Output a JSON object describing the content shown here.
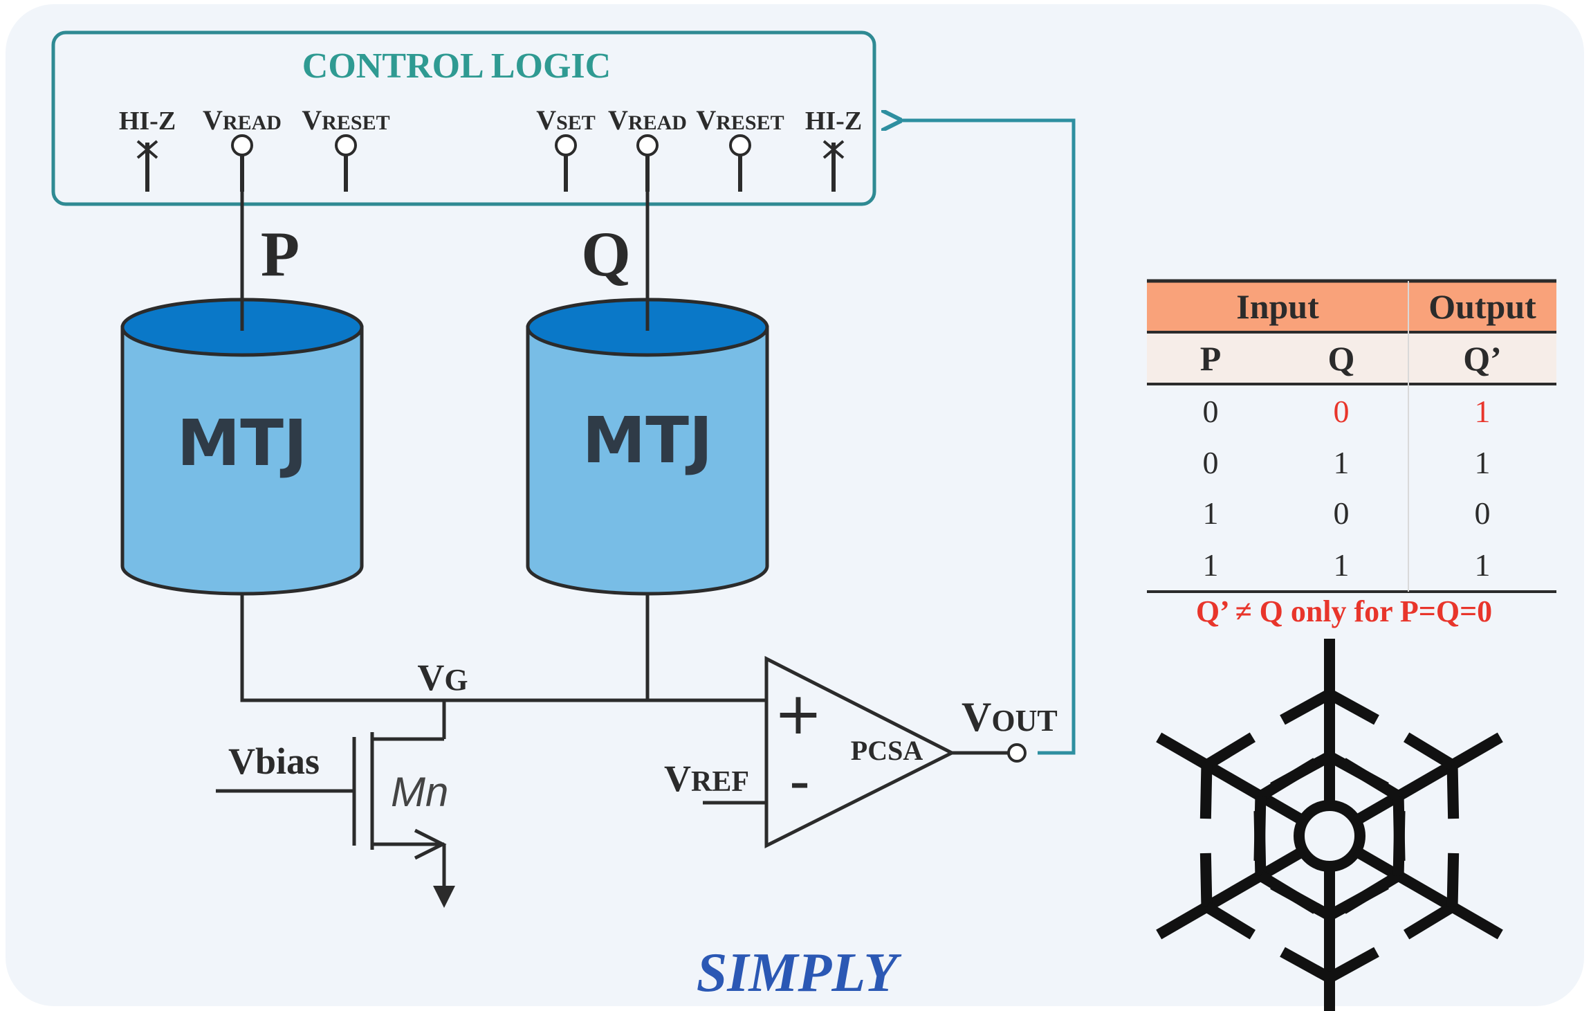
{
  "colors": {
    "background": "#f1f5fa",
    "control_border": "#2f8a93",
    "control_title": "#2f9a92",
    "feedback_line": "#2e8fa0",
    "wire": "#2b2b2b",
    "mtj_fill": "#78bde6",
    "mtj_top": "#0a78c8",
    "mtj_label": "#2f3b47",
    "table_header": "#f9a27a",
    "table_subheader": "#f6ede8",
    "highlight_red": "#e8352b",
    "simply_blue": "#2b58b4"
  },
  "control_logic": {
    "title": "CONTROL LOGIC",
    "pins_left": [
      {
        "main": "HI-Z",
        "sub": "",
        "type": "hiz"
      },
      {
        "main": "V",
        "sub": "READ",
        "type": "pin"
      },
      {
        "main": "V",
        "sub": "RESET",
        "type": "pin"
      }
    ],
    "pins_right": [
      {
        "main": "V",
        "sub": "SET",
        "type": "pin"
      },
      {
        "main": "V",
        "sub": "READ",
        "type": "pin"
      },
      {
        "main": "V",
        "sub": "RESET",
        "type": "pin"
      },
      {
        "main": "HI-Z",
        "sub": "",
        "type": "hiz"
      }
    ]
  },
  "devices": {
    "p_label": "P",
    "q_label": "Q",
    "mtj_left_label": "MTJ",
    "mtj_right_label": "MTJ"
  },
  "circuit": {
    "vg_main": "V",
    "vg_sub": "G",
    "vbias_label": "Vbias",
    "mn_label": "Mn",
    "vref_main": "V",
    "vref_sub": "REF",
    "plus_label": "+",
    "minus_label": "-",
    "pcsa_label": "PCSA",
    "vout_main": "V",
    "vout_sub": "OUT"
  },
  "truth_table": {
    "group_headers": [
      "Input",
      "Output"
    ],
    "columns": [
      "P",
      "Q",
      "Q’"
    ],
    "rows": [
      {
        "p": "0",
        "q": "0",
        "out": "1",
        "highlight": true
      },
      {
        "p": "0",
        "q": "1",
        "out": "1",
        "highlight": false
      },
      {
        "p": "1",
        "q": "0",
        "out": "0",
        "highlight": false
      },
      {
        "p": "1",
        "q": "1",
        "out": "1",
        "highlight": false
      }
    ],
    "note": "Q’ ≠ Q only for P=Q=0"
  },
  "snowflake_icon": "snowflake-icon",
  "footer_label": "SIMPLY"
}
